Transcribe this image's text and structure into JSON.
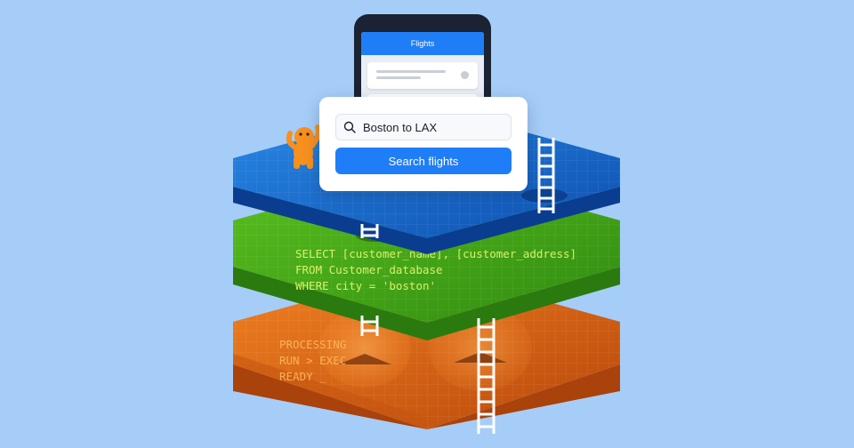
{
  "colors": {
    "background": "#a6cdf8",
    "accent": "#1f7ef7",
    "layer_top": "#1b6fd0",
    "layer_middle": "#47a81c",
    "layer_bottom": "#e46a14",
    "code_green": "#d8f06a",
    "code_orange": "#f9b25a",
    "mascot": "#f7901e"
  },
  "phone": {
    "header_title": "Flights"
  },
  "search": {
    "input_value": "Boston to LAX",
    "button_label": "Search flights",
    "icon": "search-icon"
  },
  "sql_layer": {
    "lines": [
      "SELECT [customer_name], [customer_address]",
      "FROM Customer_database",
      "WHERE city = 'boston'"
    ]
  },
  "process_layer": {
    "lines": [
      "PROCESSING",
      "RUN > EXEC",
      "READY _"
    ]
  },
  "icons": [
    "ladder-icon",
    "mascot-icon",
    "search-icon"
  ]
}
